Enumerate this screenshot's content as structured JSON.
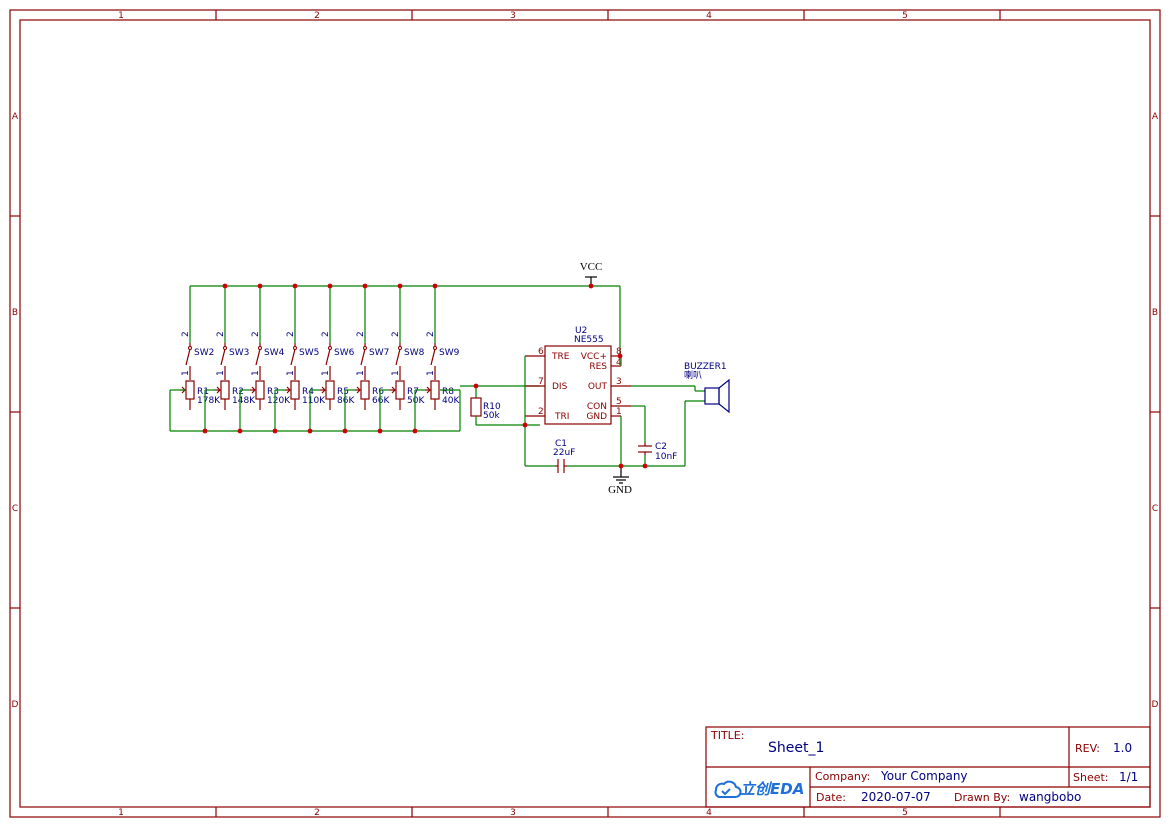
{
  "frame": {
    "col_labels": [
      "1",
      "2",
      "3",
      "4",
      "5"
    ],
    "row_labels": [
      "A",
      "B",
      "C",
      "D"
    ]
  },
  "nets": {
    "vcc": "VCC",
    "gnd": "GND"
  },
  "switches": [
    {
      "ref": "SW2",
      "pin_top": "2",
      "pin_bot": "1"
    },
    {
      "ref": "SW3",
      "pin_top": "2",
      "pin_bot": "1"
    },
    {
      "ref": "SW4",
      "pin_top": "2",
      "pin_bot": "1"
    },
    {
      "ref": "SW5",
      "pin_top": "2",
      "pin_bot": "1"
    },
    {
      "ref": "SW6",
      "pin_top": "2",
      "pin_bot": "1"
    },
    {
      "ref": "SW7",
      "pin_top": "2",
      "pin_bot": "1"
    },
    {
      "ref": "SW8",
      "pin_top": "2",
      "pin_bot": "1"
    },
    {
      "ref": "SW9",
      "pin_top": "2",
      "pin_bot": "1"
    }
  ],
  "pots": [
    {
      "ref": "R1",
      "value": "178K"
    },
    {
      "ref": "R2",
      "value": "148K"
    },
    {
      "ref": "R3",
      "value": "120K"
    },
    {
      "ref": "R4",
      "value": "110K"
    },
    {
      "ref": "R5",
      "value": "86K"
    },
    {
      "ref": "R6",
      "value": "66K"
    },
    {
      "ref": "R7",
      "value": "50K"
    },
    {
      "ref": "R8",
      "value": "40K"
    }
  ],
  "r10": {
    "ref": "R10",
    "value": "50k"
  },
  "u2": {
    "ref": "U2",
    "part": "NE555",
    "pins": {
      "tre": "TRE",
      "dis": "DIS",
      "tri": "TRI",
      "vcc": "VCC+",
      "res": "RES",
      "out": "OUT",
      "con": "CON",
      "gnd": "GND",
      "n6": "6",
      "n7": "7",
      "n2": "2",
      "n8": "8",
      "n4": "4",
      "n3": "3",
      "n5": "5",
      "n1": "1"
    }
  },
  "c1": {
    "ref": "C1",
    "value": "22uF"
  },
  "c2": {
    "ref": "C2",
    "value": "10nF"
  },
  "buzzer": {
    "ref": "BUZZER1",
    "value": "喇叭"
  },
  "title_block": {
    "title_label": "TITLE:",
    "title": "Sheet_1",
    "rev_label": "REV:",
    "rev": "1.0",
    "logo_text": "立创EDA",
    "company_label": "Company:",
    "company": "Your Company",
    "sheet_label": "Sheet:",
    "sheet": "1/1",
    "date_label": "Date:",
    "date": "2020-07-07",
    "drawn_label": "Drawn By:",
    "drawn_by": "wangbobo"
  },
  "colors": {
    "frame": "#8b0000",
    "wire": "#008000",
    "text": "#000080",
    "junction": "#cc0000",
    "logo": "#1e6fd9"
  }
}
